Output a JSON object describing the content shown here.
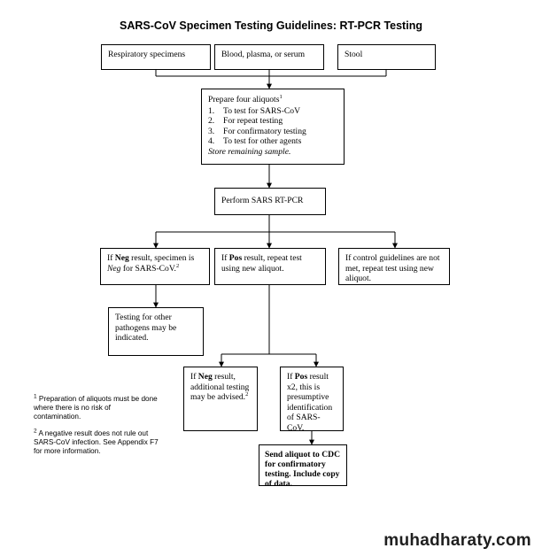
{
  "title": "SARS-CoV Specimen Testing Guidelines: RT-PCR Testing",
  "specimens": [
    "Respiratory specimens",
    "Blood, plasma, or serum",
    "Stool"
  ],
  "aliquots": {
    "heading": "Prepare four aliquots",
    "heading_sup": "1",
    "items": [
      {
        "num": "1.",
        "text": "To test for SARS-CoV"
      },
      {
        "num": "2.",
        "text": "For repeat testing"
      },
      {
        "num": "3.",
        "text": "For confirmatory testing"
      },
      {
        "num": "4.",
        "text": "To test for other agents"
      }
    ],
    "note": "Store remaining sample."
  },
  "perform": "Perform SARS RT-PCR",
  "results": {
    "neg": {
      "a": "If ",
      "b": "Neg",
      "c": " result, specimen is ",
      "d": "Neg",
      "e": " for SARS-CoV.",
      "sup": "2"
    },
    "pos": {
      "a": "If ",
      "b": "Pos",
      "c": " result, repeat test using new aliquot."
    },
    "control": "If control guidelines are not met, repeat test using new aliquot."
  },
  "other_pathogens": "Testing for other pathogens may be indicated.",
  "repeat": {
    "neg": {
      "a": "If ",
      "b": "Neg",
      "c": " result, additional testing may be advised.",
      "sup": "2"
    },
    "pos": {
      "a": "If ",
      "b": "Pos",
      "c": " result x2, this is presumptive identification of SARS-CoV."
    }
  },
  "cdc": "Send aliquot to CDC for confirmatory testing. Include copy of data.",
  "footnotes": [
    {
      "sup": "1",
      "text": " Preparation of aliquots must be done where there is no risk of contamination."
    },
    {
      "sup": "2",
      "text": " A negative result does not rule out SARS-CoV infection. See Appendix F7 for more information."
    }
  ],
  "watermark": "muhadharaty.com"
}
